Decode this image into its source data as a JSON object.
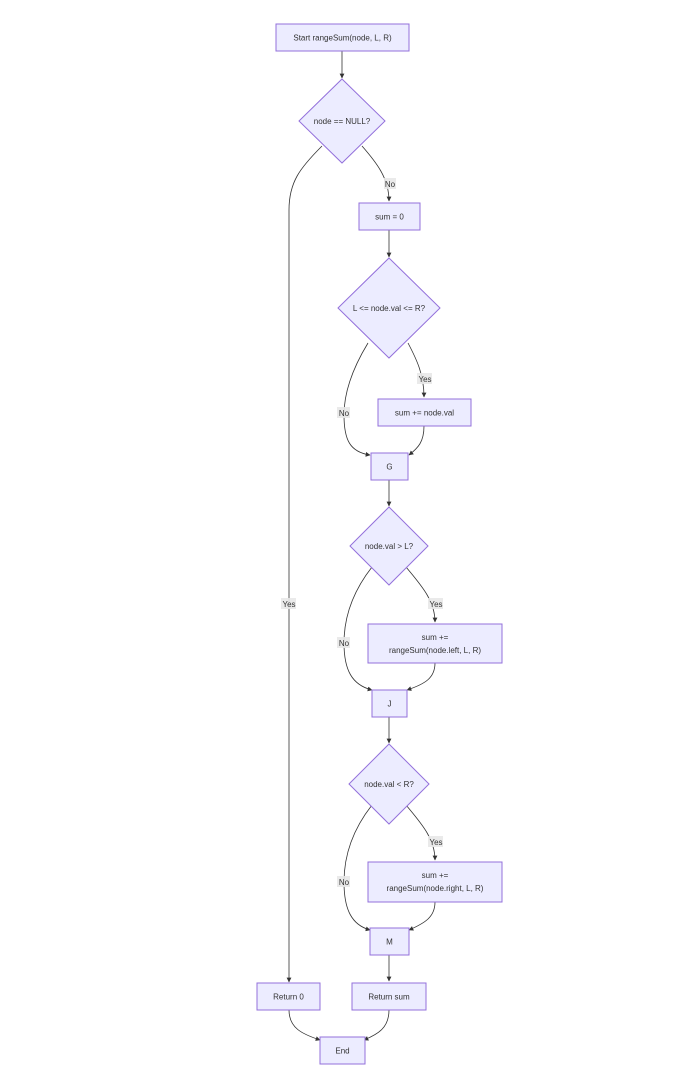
{
  "nodes": {
    "start": {
      "label": "Start rangeSum(node, L, R)"
    },
    "is_null": {
      "label": "node == NULL?"
    },
    "init_sum": {
      "label": "sum = 0"
    },
    "in_range": {
      "label": "L <= node.val <= R?"
    },
    "add_val": {
      "label": "sum += node.val"
    },
    "g": {
      "label": "G"
    },
    "gt_l": {
      "label": "node.val > L?"
    },
    "add_left": {
      "line1": "sum +=",
      "line2": "rangeSum(node.left, L, R)"
    },
    "j": {
      "label": "J"
    },
    "lt_r": {
      "label": "node.val < R?"
    },
    "add_right": {
      "line1": "sum +=",
      "line2": "rangeSum(node.right, L, R)"
    },
    "m": {
      "label": "M"
    },
    "return_zero": {
      "label": "Return 0"
    },
    "return_sum": {
      "label": "Return sum"
    },
    "end": {
      "label": "End"
    }
  },
  "edge_labels": {
    "null_yes": "Yes",
    "null_no": "No",
    "range_yes": "Yes",
    "range_no": "No",
    "gtl_yes": "Yes",
    "gtl_no": "No",
    "ltr_yes": "Yes",
    "ltr_no": "No"
  },
  "colors": {
    "node_fill": "#ECECFF",
    "node_stroke": "#9370DB",
    "edge_stroke": "#333333",
    "label_bg": "#e8e8e8"
  }
}
